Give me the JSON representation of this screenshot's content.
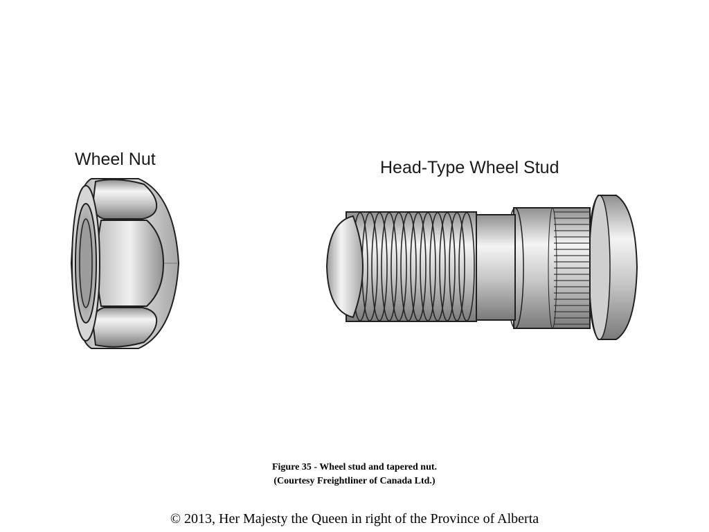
{
  "labels": {
    "wheel_nut": "Wheel Nut",
    "wheel_stud": "Head-Type Wheel Stud"
  },
  "caption": {
    "line1": "Figure 35 - Wheel stud and tapered nut.",
    "line2": "(Courtesy Freightliner of Canada Ltd.)"
  },
  "footer": {
    "copyright": "© 2013, Her Majesty the Queen in right of the Province of Alberta"
  },
  "colors": {
    "metal_light": "#f2f2f2",
    "metal_mid": "#c4c4c4",
    "metal_dark": "#8a8a8a",
    "outline": "#1f1f1f"
  }
}
